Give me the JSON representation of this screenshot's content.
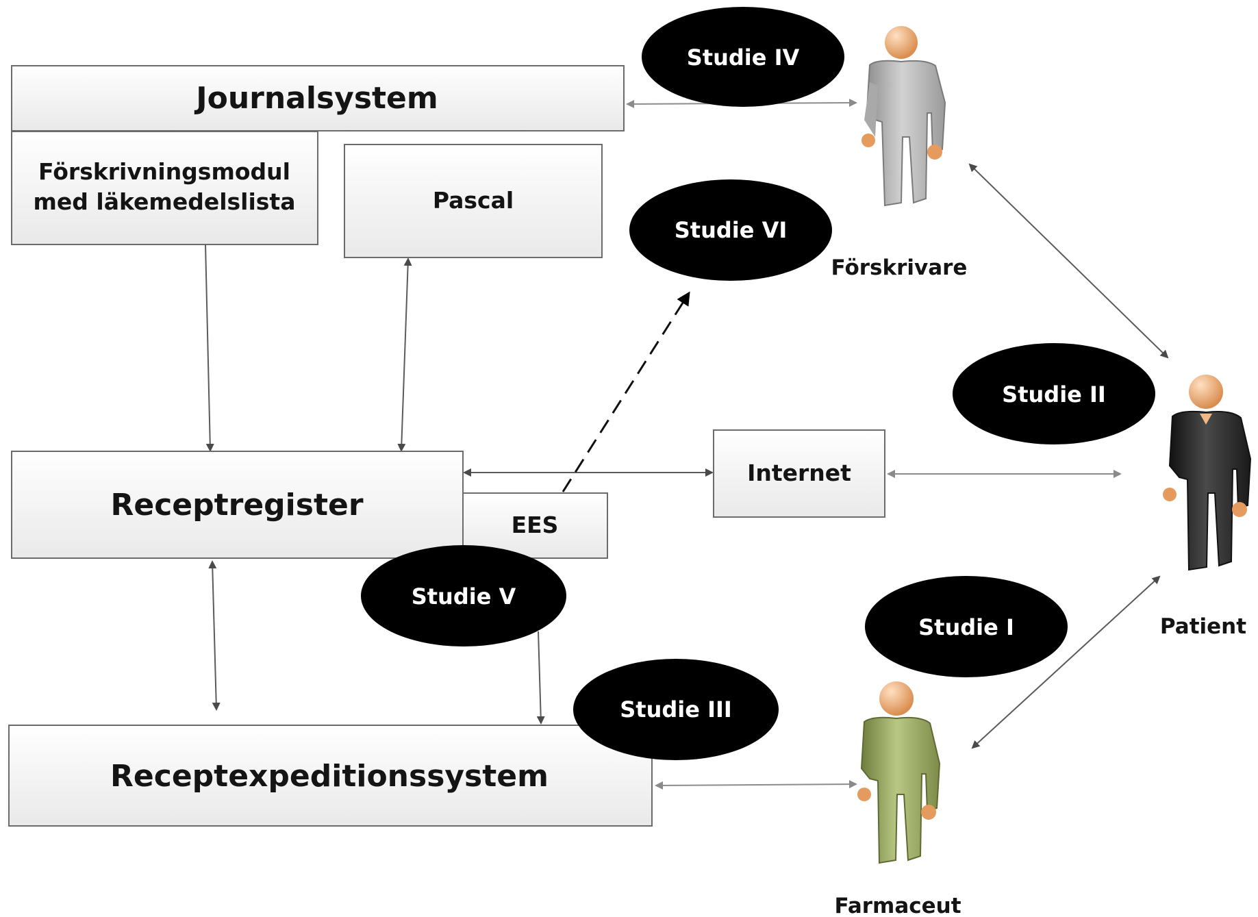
{
  "boxes": {
    "journalsystem": "Journalsystem",
    "forskrivningsmodul_line1": "Förskrivningsmodul",
    "forskrivningsmodul_line2": "med läkemedelslista",
    "pascal": "Pascal",
    "receptregister": "Receptregister",
    "ees": "EES",
    "internet": "Internet",
    "receptexpeditionssystem": "Receptexpeditionssystem"
  },
  "studies": {
    "studie_iv": "Studie IV",
    "studie_vi": "Studie VI",
    "studie_ii": "Studie II",
    "studie_v": "Studie V",
    "studie_i": "Studie I",
    "studie_iii": "Studie III"
  },
  "actors": {
    "forskrivare": "Förskrivare",
    "patient": "Patient",
    "farmaceut": "Farmaceut"
  },
  "colors": {
    "forskrivare_body": "#b9b9b9",
    "patient_body": "#2e2e2e",
    "farmaceut_body": "#9fae6a",
    "skin": "#f2b886",
    "ellipse_fill": "#000000"
  }
}
